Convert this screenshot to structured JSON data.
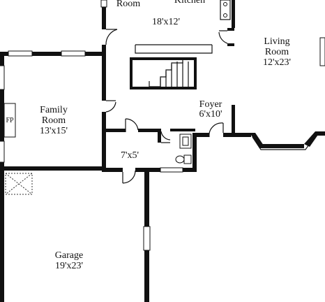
{
  "rooms": {
    "dining": {
      "name": "Room"
    },
    "kitchen": {
      "name": "Kitchen",
      "dims": "18'x12'"
    },
    "living": {
      "name_line1": "Living",
      "name_line2": "Room",
      "dims": "12'x23'"
    },
    "family": {
      "name_line1": "Family",
      "name_line2": "Room",
      "dims": "13'x15'"
    },
    "foyer": {
      "name": "Foyer",
      "dims": "6'x10'"
    },
    "closet": {
      "dims": "7'x5'"
    },
    "garage": {
      "name": "Garage",
      "dims": "19'x23'"
    }
  },
  "fireplace": {
    "label": "FP"
  }
}
